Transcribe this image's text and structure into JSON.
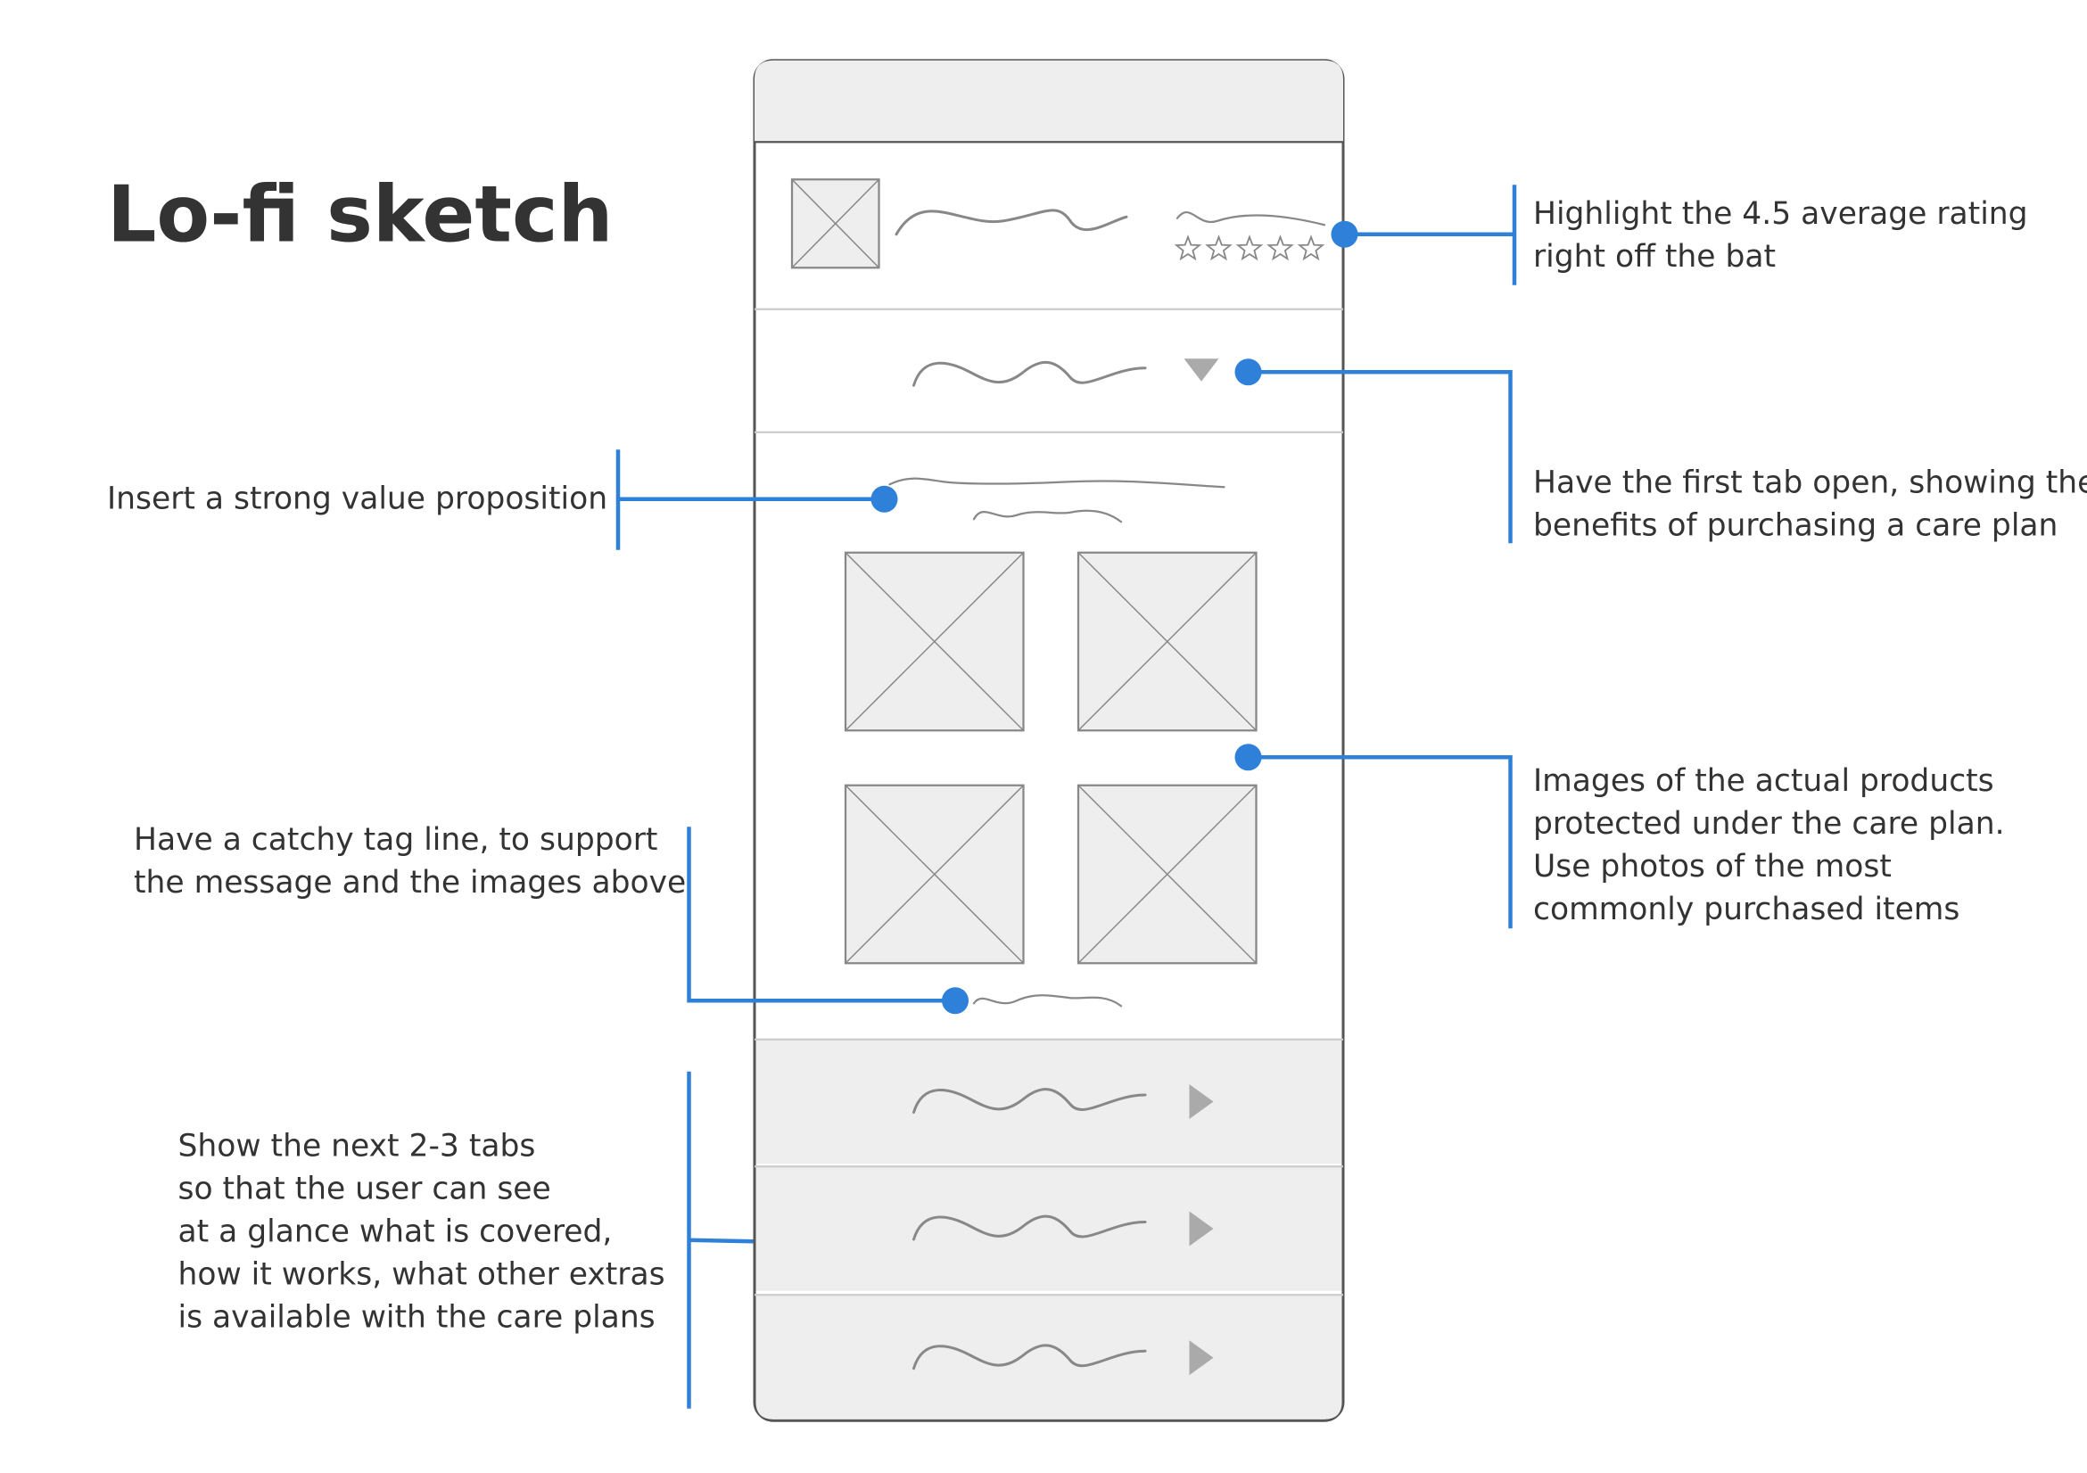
{
  "title": "Lo-fi sketch",
  "colors": {
    "accent": "#2f80d8",
    "text": "#333333",
    "placeholder": "#eeeeee",
    "frame": "#555555"
  },
  "annotations": {
    "rating": [
      "Highlight the 4.5 average rating",
      "right off the bat"
    ],
    "first_tab": [
      "Have the first tab open, showing the",
      "benefits of purchasing a care plan"
    ],
    "value_prop": [
      "Insert a strong value proposition"
    ],
    "product_images": [
      "Images of the actual products",
      "protected under the care plan.",
      "Use photos of the most",
      "commonly purchased items"
    ],
    "tagline": [
      "Have a catchy tag line, to support",
      "the message and the images above"
    ],
    "next_tabs": [
      "Show the next 2-3 tabs",
      "so that the user can see",
      "at a glance what is covered,",
      "how it works, what other extras",
      "is available with the care plans"
    ]
  },
  "icons": {
    "star": "star-outline-icon",
    "expanded": "triangle-down-icon",
    "collapsed": "triangle-right-icon",
    "image": "image-placeholder-icon"
  }
}
